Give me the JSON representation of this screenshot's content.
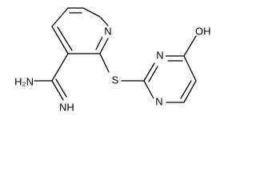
{
  "molecule": {
    "labels": {
      "pyridine_n": "N",
      "sulfur": "S",
      "pyrimidine_n_upper": "N",
      "pyrimidine_n_lower": "N",
      "hydroxyl": "OH",
      "amine": "H₂N",
      "imine": "NH"
    }
  }
}
